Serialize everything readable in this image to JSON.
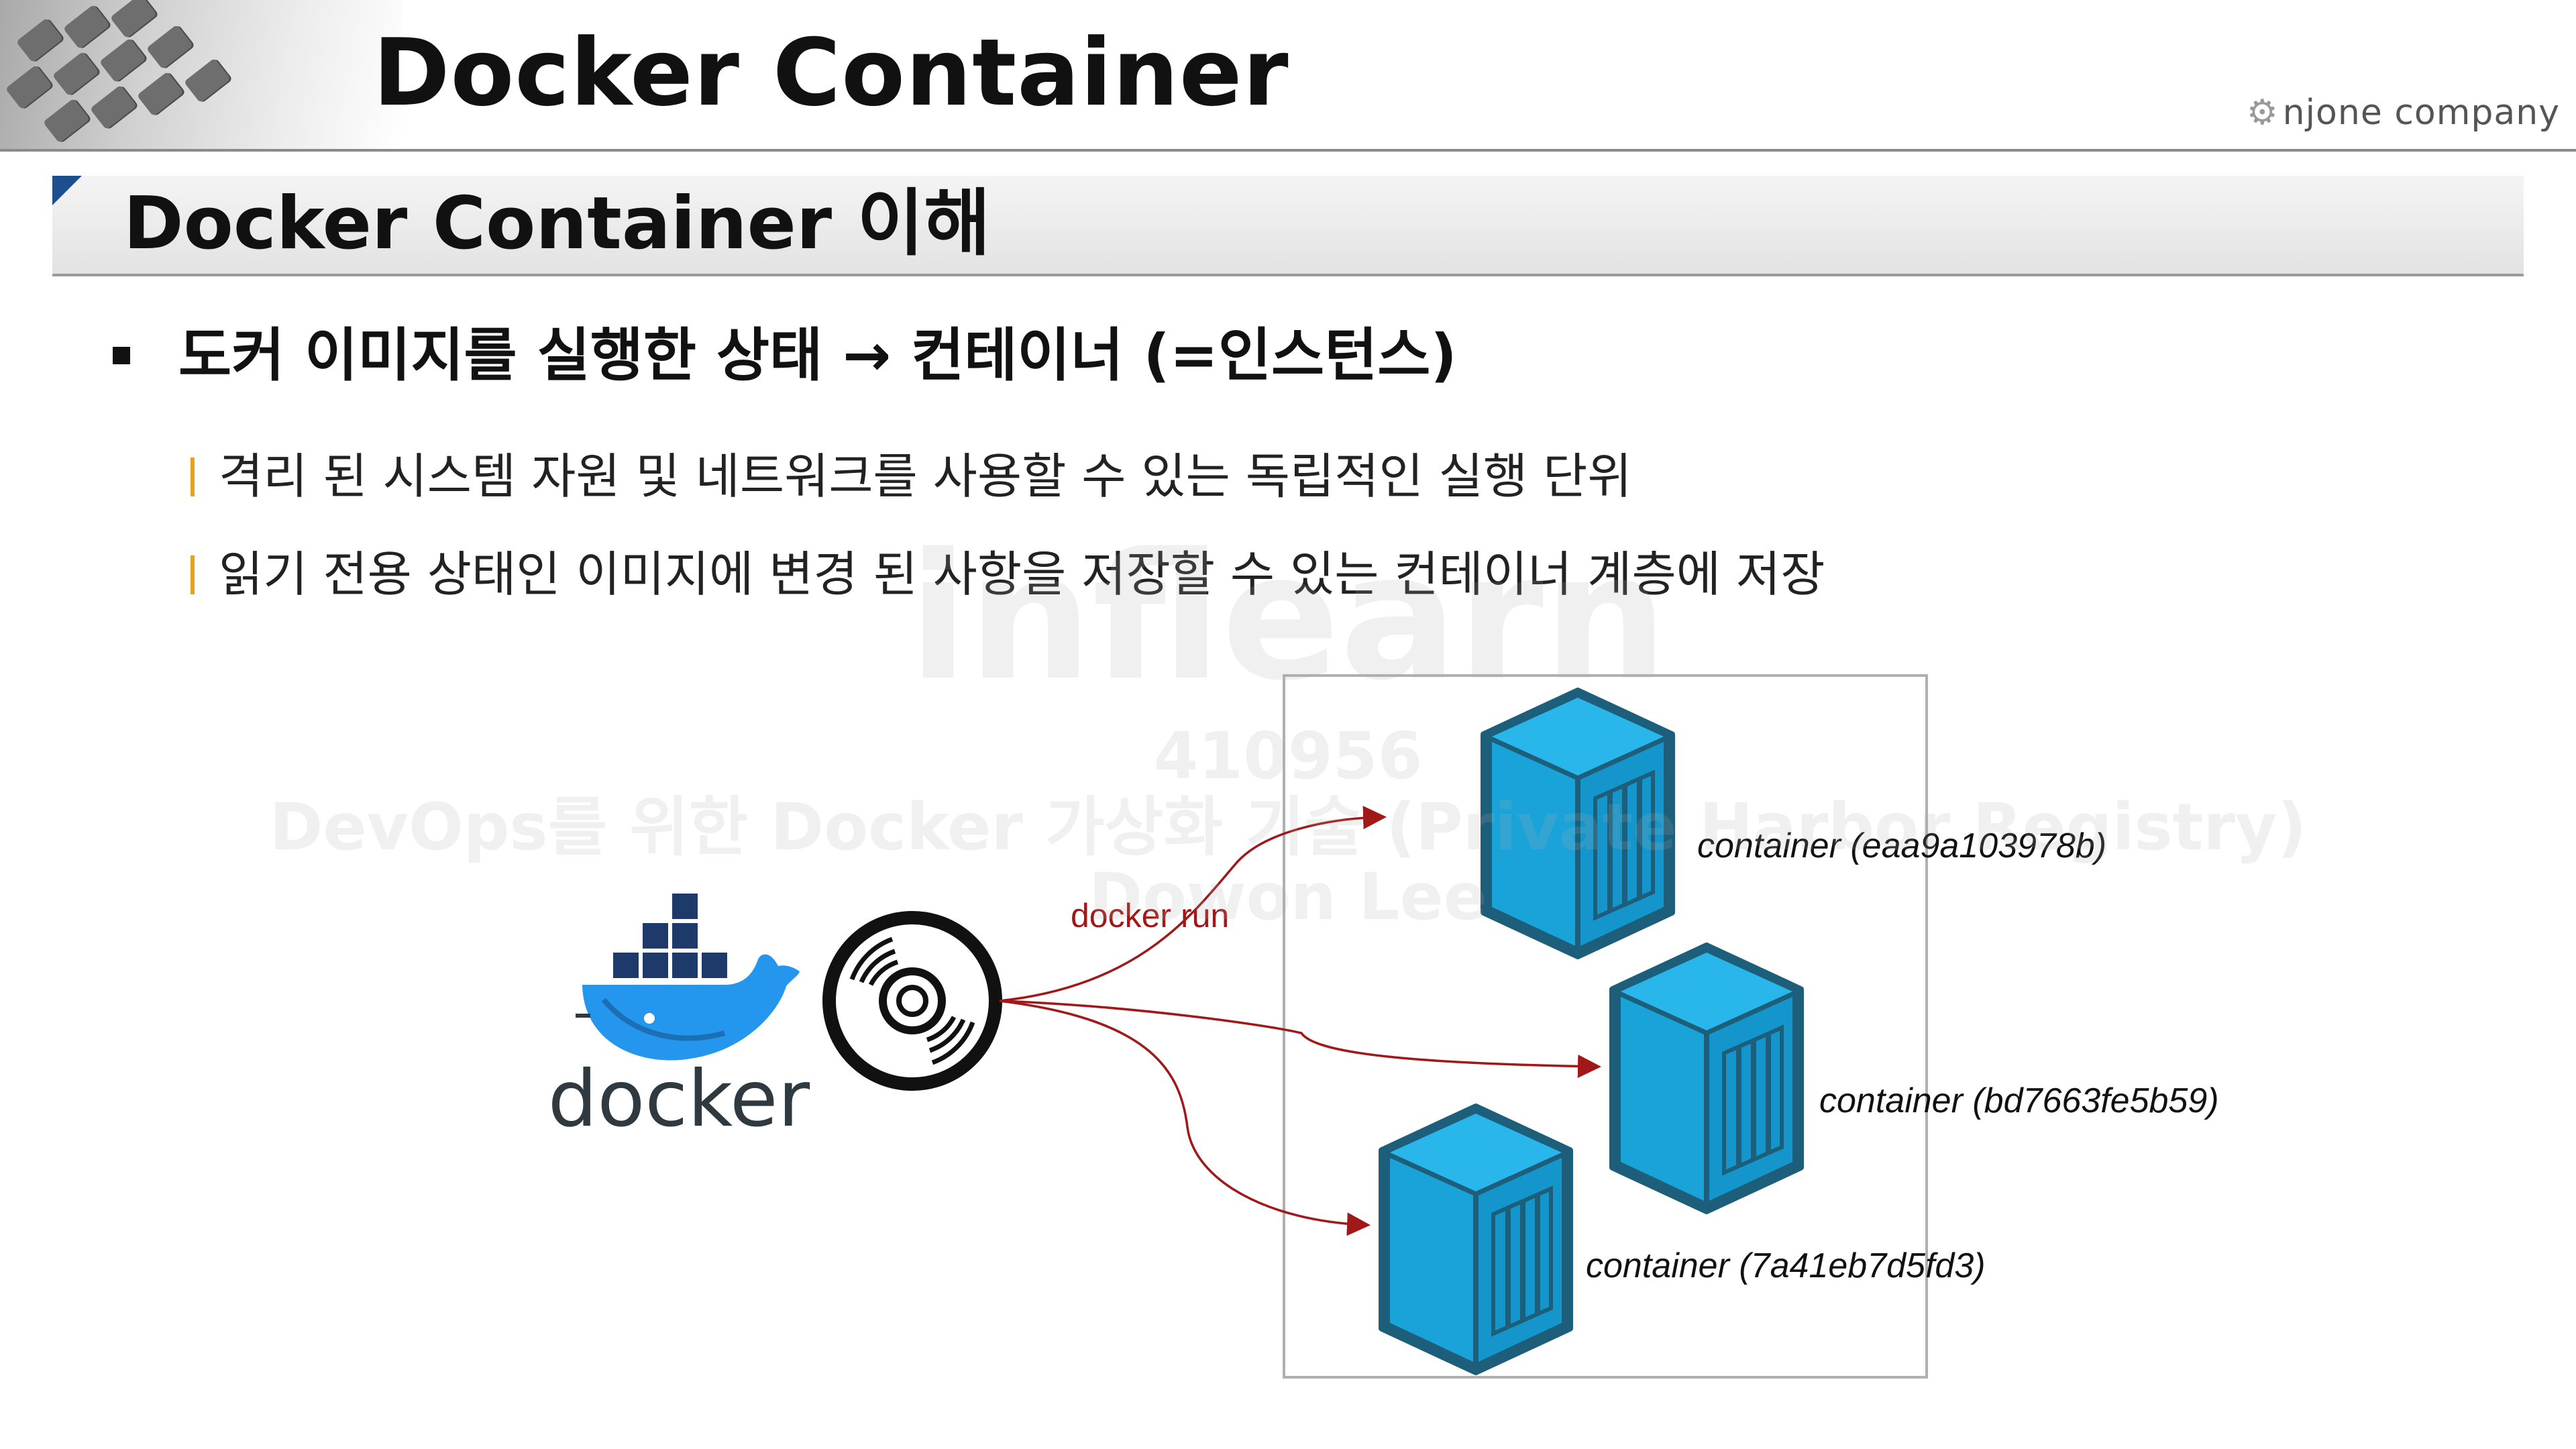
{
  "header": {
    "title": "Docker Container",
    "brand": "njone company"
  },
  "section": {
    "title": "Docker Container 이해"
  },
  "bullets": {
    "main": "도커 이미지를 실행한 상태 → 컨테이너 (=인스턴스)",
    "sub": [
      "격리 된 시스템 자원 및 네트워크를 사용할 수 있는 독립적인 실행 단위",
      "읽기 전용 상태인 이미지에 변경 된 사항을 저장할 수 있는 컨테이너 계층에 저장"
    ]
  },
  "diagram": {
    "docker_logo_text": "docker",
    "run_label": "docker run",
    "containers": [
      "container (eaa9a103978b)",
      "container (bd7663fe5b59)",
      "container (7a41eb7d5fd3)"
    ]
  },
  "watermark": {
    "logo": "inflearn",
    "id": "410956",
    "course": "DevOps를 위한 Docker 가상화 기술 (Private Harbor Registry)",
    "author": "Dowon Lee"
  },
  "colors": {
    "accent_bar": "#e8a21a",
    "arrow": "#a01818",
    "cube": "#1aa3d9",
    "section_corner": "#1d4f8f"
  }
}
